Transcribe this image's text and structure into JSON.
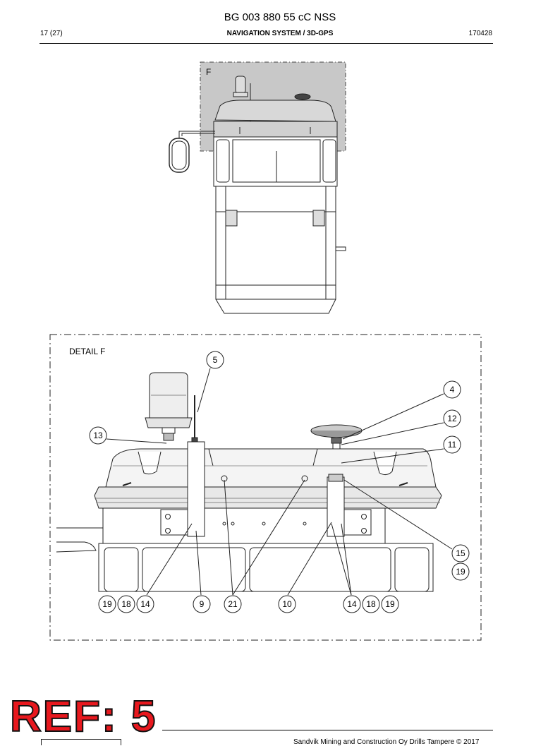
{
  "header": {
    "doc_title": "BG 003 880 55 cC NSS",
    "page": "17 (27)",
    "section": "NAVIGATION SYSTEM / 3D-GPS",
    "code": "170428"
  },
  "overview": {
    "detail_marker": "F"
  },
  "detail": {
    "title": "DETAIL F",
    "callouts": {
      "c5": "5",
      "c4": "4",
      "c12": "12",
      "c13": "13",
      "c11": "11",
      "c15": "15",
      "c19r": "19",
      "b19": "19",
      "b18": "18",
      "b14": "14",
      "b9": "9",
      "b21": "21",
      "b10": "10",
      "b14r": "14",
      "b18r": "18",
      "b19r": "19"
    }
  },
  "stamp": {
    "ref": "REF: 5"
  },
  "footer": {
    "copyright": "Sandvik Mining and Construction Oy Drills Tampere © 2017"
  }
}
